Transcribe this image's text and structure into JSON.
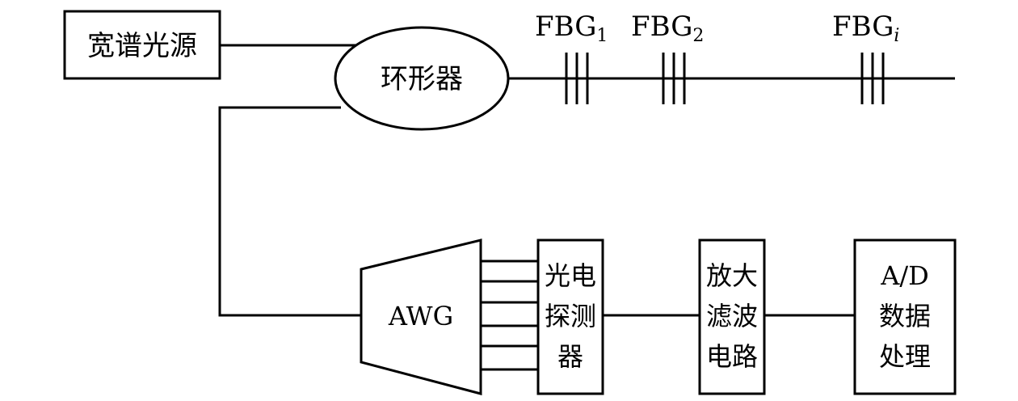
{
  "source": "宽谱光源",
  "circulator": "环形器",
  "fbg": [
    {
      "base": "FBG",
      "sub": "1"
    },
    {
      "base": "FBG",
      "sub": "2"
    },
    {
      "base": "FBG",
      "sub": "i"
    }
  ],
  "awg": "AWG",
  "detector": [
    "光电",
    "探测",
    "器"
  ],
  "amplifier": [
    "放大",
    "滤波",
    "电路"
  ],
  "adc": [
    "A/D",
    "数据",
    "处理"
  ]
}
